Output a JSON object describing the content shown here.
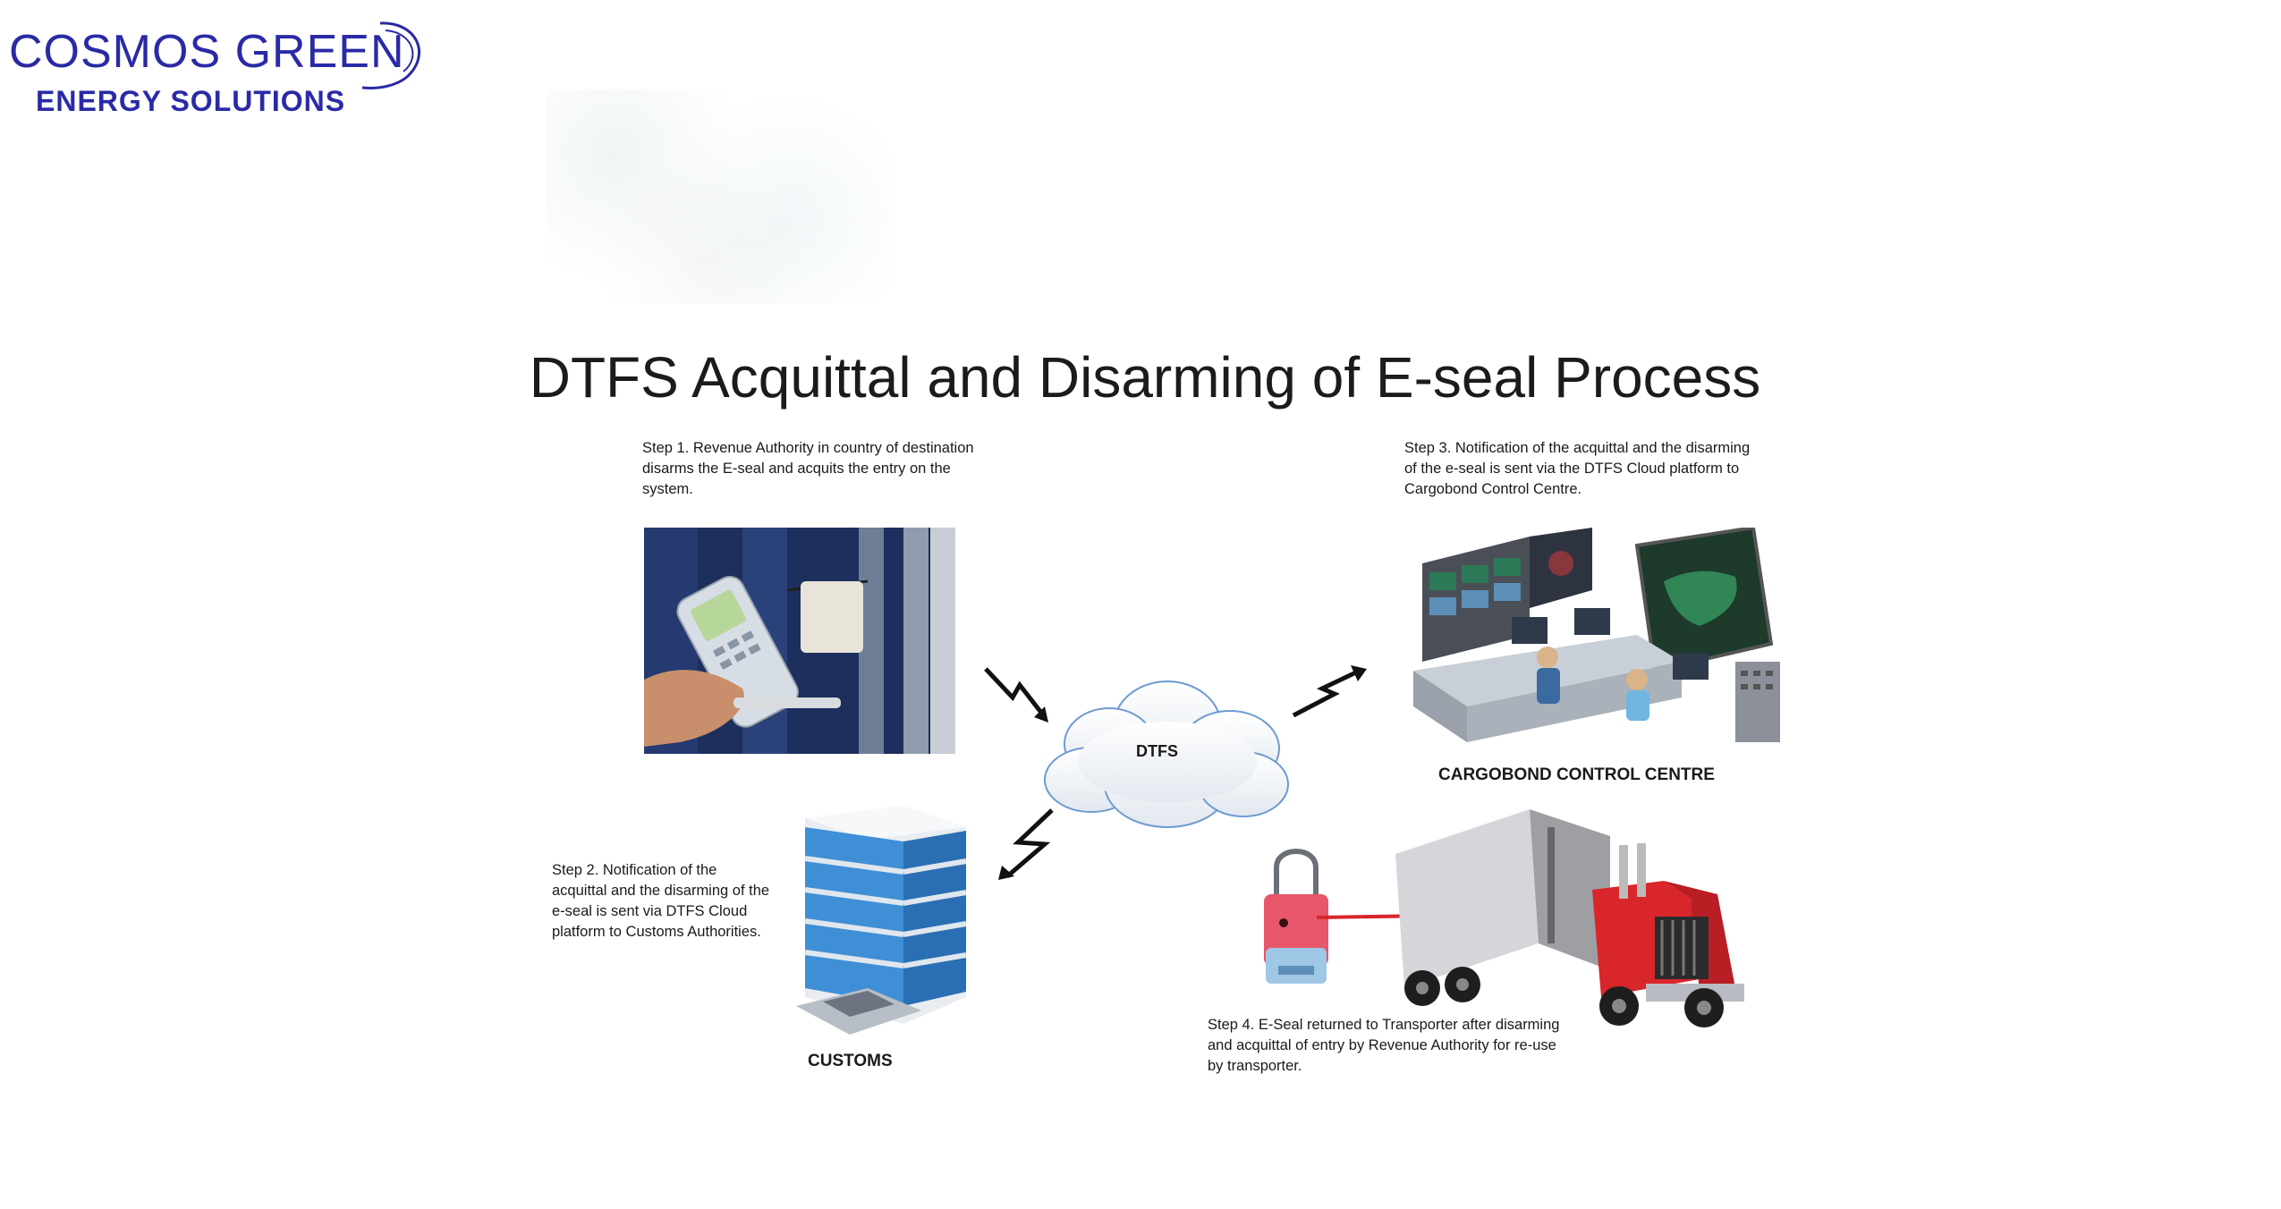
{
  "logo": {
    "line1": "COSMOS GREEN",
    "line2": "ENERGY  SOLUTIONS",
    "color": "#2a2aa6"
  },
  "title": "DTFS Acquittal and Disarming of E-seal Process",
  "steps": {
    "step1": "Step 1. Revenue Authority in country of destination disarms the E-seal and acquits the entry on the system.",
    "step2": "Step 2. Notification of the acquittal and the disarming of the e-seal is sent via DTFS Cloud platform to Customs Authorities.",
    "step3": "Step 3. Notification of the acquittal and the disarming of the e-seal is sent via the DTFS Cloud platform to Cargobond Control Centre.",
    "step4": "Step 4. E-Seal returned to Transporter after disarming and acquittal of entry by Revenue Authority for re-use by transporter."
  },
  "labels": {
    "cloud": "DTFS",
    "control_centre": "CARGOBOND CONTROL CENTRE",
    "customs": "CUSTOMS"
  },
  "colors": {
    "truck_cab": "#d8262b",
    "trailer": "#9e9fa3",
    "arrow": "#d8262b",
    "seal": "#e8566a",
    "building": "#3f8fd6"
  }
}
